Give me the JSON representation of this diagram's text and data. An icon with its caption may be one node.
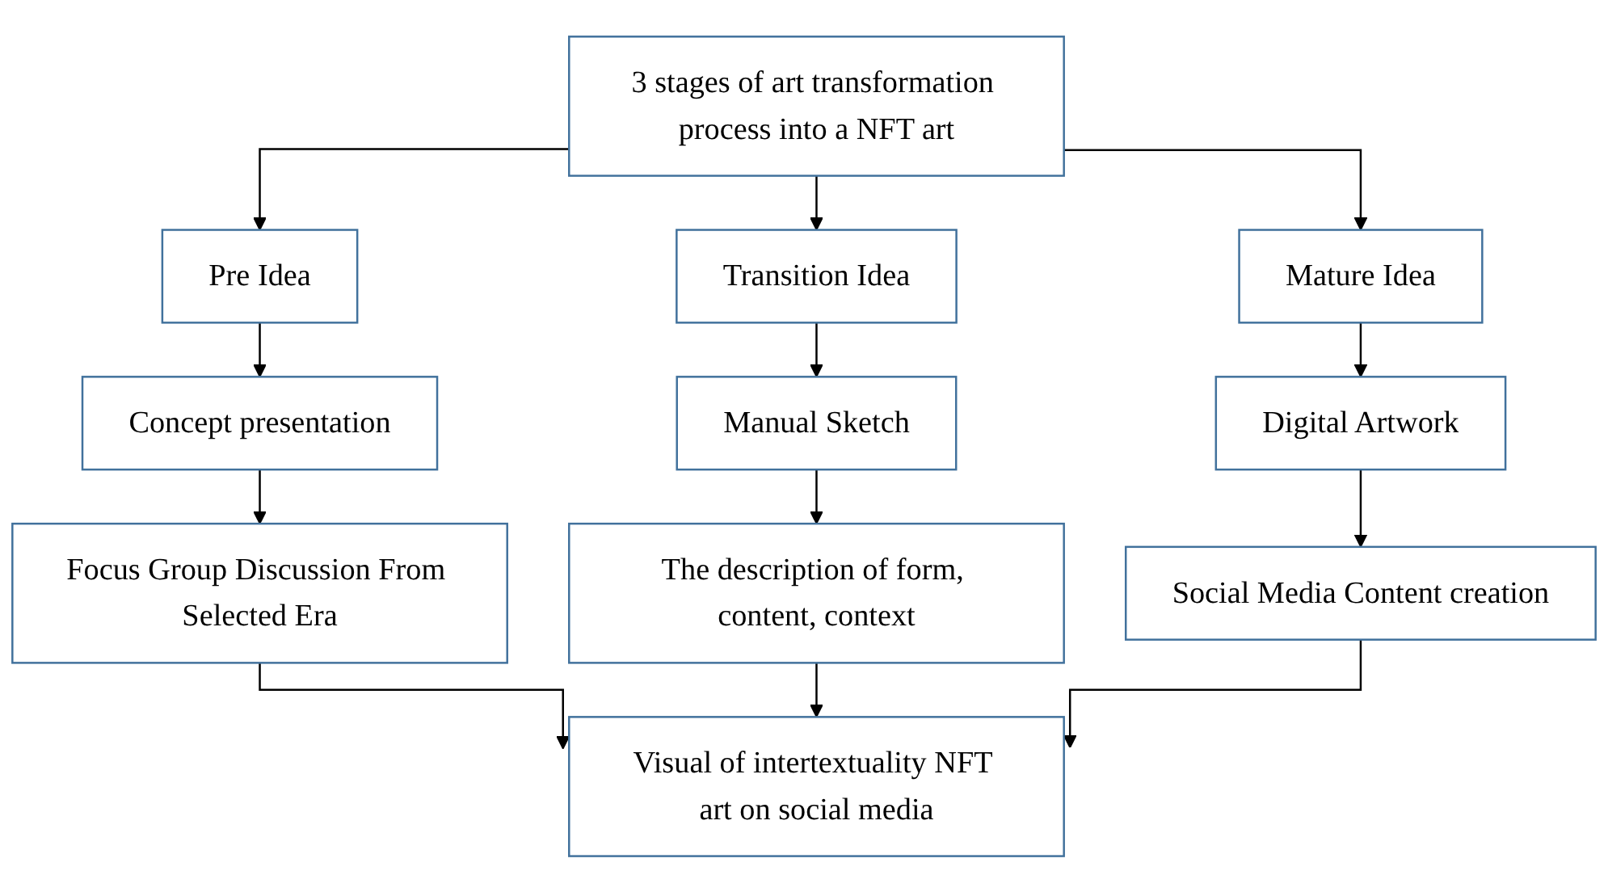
{
  "diagram": {
    "nodes": [
      {
        "text": [
          "3 stages of art transformation process into a NFT art"
        ]
      },
      {
        "text": [
          "Pre Idea"
        ]
      },
      {
        "text": [
          "Transition Idea"
        ]
      },
      {
        "text": [
          "Mature Idea"
        ]
      },
      {
        "text": [
          "Concept presentation"
        ]
      },
      {
        "text": [
          "Manual Sketch"
        ]
      },
      {
        "text": [
          "Digital Artwork"
        ]
      },
      {
        "text": [
          "Focus Group Discussion From Selected Era"
        ]
      },
      {
        "text": [
          "The description of form, content, context"
        ]
      },
      {
        "text": [
          "Social Media Content creation"
        ]
      },
      {
        "text": [
          "Visual of intertextuality NFT art on social media"
        ]
      }
    ],
    "edges": [
      {
        "from": 0,
        "to": 1,
        "arrow": "to"
      },
      {
        "from": 0,
        "to": 2,
        "arrow": "to"
      },
      {
        "from": 0,
        "to": 3,
        "arrow": "to"
      },
      {
        "from": 1,
        "to": 4,
        "arrow": "to"
      },
      {
        "from": 2,
        "to": 5,
        "arrow": "to"
      },
      {
        "from": 3,
        "to": 6,
        "arrow": "to"
      },
      {
        "from": 4,
        "to": 7,
        "arrow": "to"
      },
      {
        "from": 5,
        "to": 8,
        "arrow": "to"
      },
      {
        "from": 6,
        "to": 9,
        "arrow": "to"
      },
      {
        "from": 7,
        "to": 10,
        "arrow": "to"
      },
      {
        "from": 8,
        "to": 10,
        "arrow": "to"
      },
      {
        "from": 9,
        "to": 10,
        "arrow": "to"
      }
    ]
  }
}
